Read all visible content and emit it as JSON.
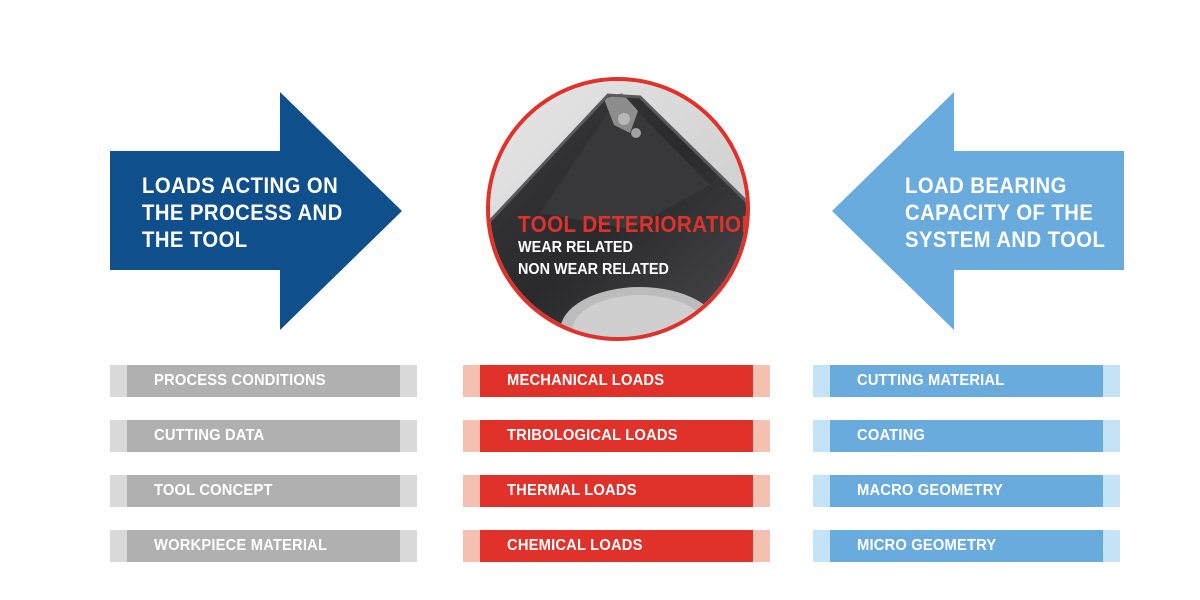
{
  "colors": {
    "dark_blue": "#0f4f8c",
    "light_blue": "#6aabde",
    "red": "#e0312a",
    "gray_mid": "#b0b0b0",
    "gray_cap": "#d9d9d9",
    "red_cap": "#f4c0b2",
    "blue_cap": "#c4e3f7"
  },
  "left_arrow": {
    "lines": [
      "LOADS ACTING ON",
      "THE PROCESS AND",
      "THE TOOL"
    ]
  },
  "right_arrow": {
    "lines": [
      "LOAD BEARING",
      "CAPACITY OF THE",
      "SYSTEM AND TOOL"
    ]
  },
  "center": {
    "title": "TOOL DETERIORATION",
    "lines": [
      "WEAR RELATED",
      "NON WEAR RELATED"
    ],
    "image": "worn-cutting-insert-photo"
  },
  "columns": {
    "left": [
      "PROCESS CONDITIONS",
      "CUTTING DATA",
      "TOOL CONCEPT",
      "WORKPIECE MATERIAL"
    ],
    "center": [
      "MECHANICAL LOADS",
      "TRIBOLOGICAL LOADS",
      "THERMAL LOADS",
      "CHEMICAL LOADS"
    ],
    "right": [
      "CUTTING MATERIAL",
      "COATING",
      "MACRO GEOMETRY",
      "MICRO GEOMETRY"
    ]
  }
}
